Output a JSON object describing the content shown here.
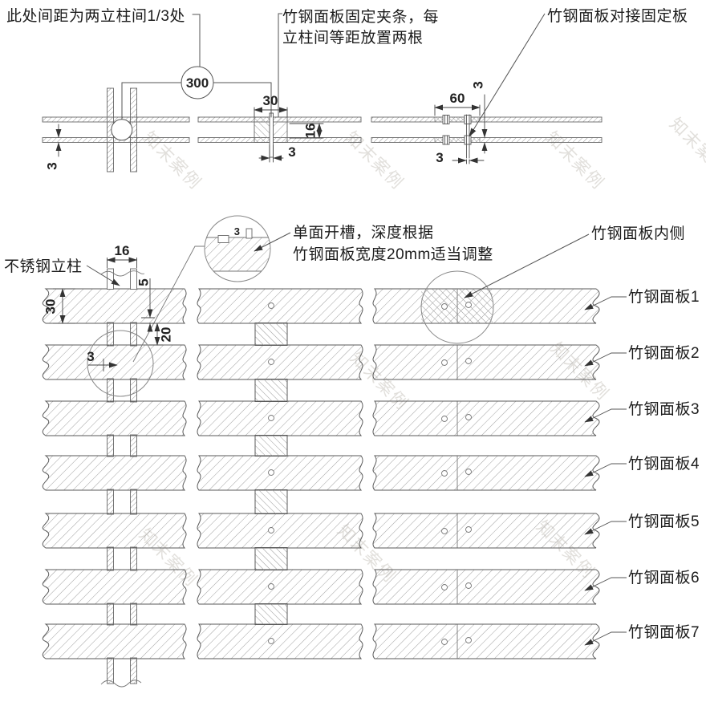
{
  "page": {
    "background": "#ffffff"
  },
  "drawing": {
    "watermark_text": "知末案例",
    "annotations": {
      "spacing_note": "此处间距为两立柱间1/3处",
      "clamp_note_line1": "竹钢面板固定夹条，每",
      "clamp_note_line2": "立柱间等距放置两根",
      "butt_plate_note": "竹钢面板对接固定板",
      "post_label": "不锈钢立柱",
      "groove_note_line1": "单面开槽，深度根据",
      "groove_note_line2": "竹钢面板宽度20mm适当调整",
      "panel_inner_note": "竹钢面板内侧"
    },
    "balloon": {
      "value": "300"
    },
    "dims": {
      "plan_clamp_width": "30",
      "plan_inner_height": "16",
      "plan_panel_thickness": "3",
      "plan_fin_width": "3",
      "joint_plate_length": "60",
      "joint_plate_thickness_v": "3",
      "joint_plate_thickness_h": "3",
      "elev_post_width": "16",
      "elev_groove_depth": "5",
      "elev_panel_height": "30",
      "elev_gap": "20",
      "elev_wall_thickness": "3",
      "slot_detail_width": "3"
    },
    "panel_labels": [
      "竹钢面板1",
      "竹钢面板2",
      "竹钢面板3",
      "竹钢面板4",
      "竹钢面板5",
      "竹钢面板6",
      "竹钢面板7"
    ],
    "colors": {
      "line": "#4a4a4a",
      "hatch": "#9a9a9a",
      "text": "#1c1c1c",
      "background": "#ffffff"
    }
  }
}
